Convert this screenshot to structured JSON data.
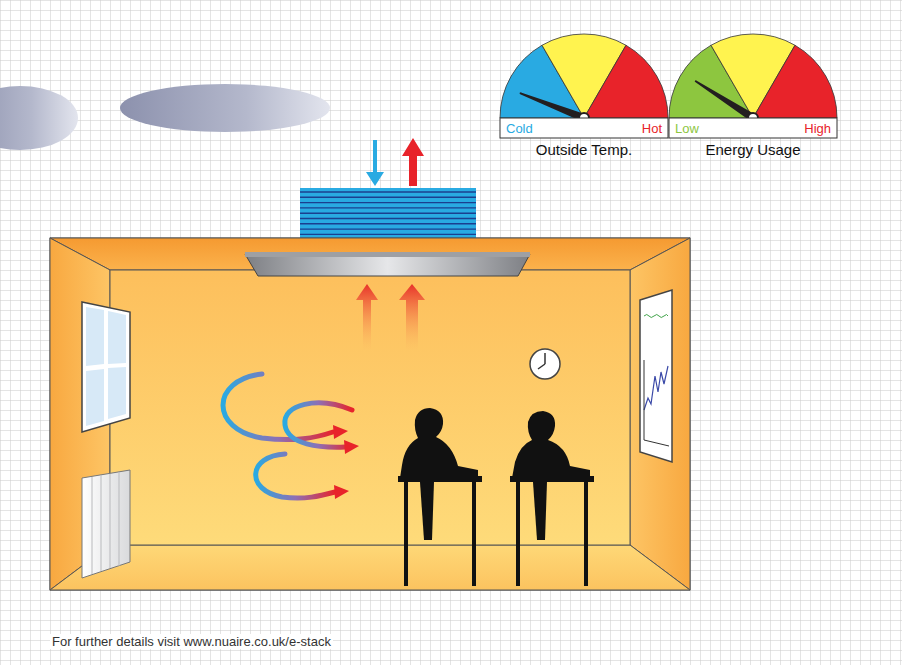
{
  "diagram": {
    "nodes": [
      {
        "text": [
          "Cold",
          "Hot",
          "Outside Temp."
        ]
      },
      {
        "text": [
          "Low",
          "High",
          "Energy Usage"
        ]
      }
    ],
    "labels": [
      "For further details visit www.nuaire.co.uk/e-stack"
    ]
  }
}
